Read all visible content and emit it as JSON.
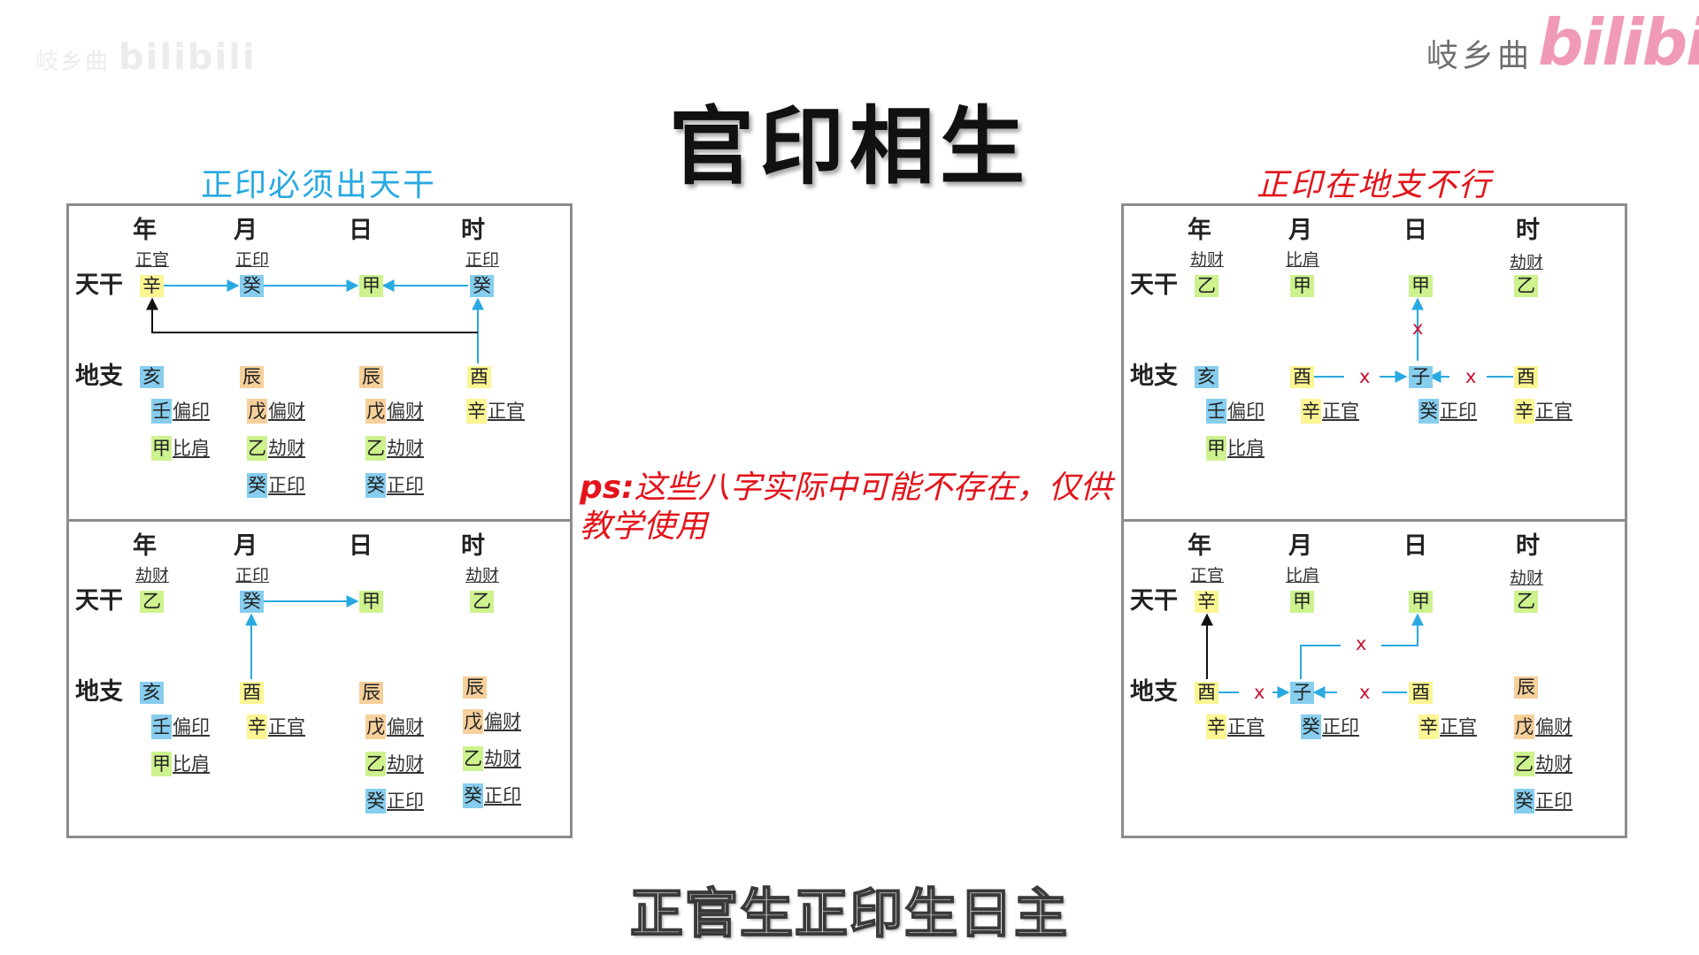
{
  "watermark_left": {
    "name": "岐乡曲",
    "logo": "bilibili"
  },
  "watermark_right": {
    "name": "岐乡曲",
    "logo": "bilibili"
  },
  "title": "官印相生",
  "subtitle_left": "正印必须出天干",
  "subtitle_right": "正印在地支不行",
  "note": {
    "prefix": "ps:",
    "text": "这些八字实际中可能不存在，仅供教学使用"
  },
  "caption": "正官生正印生日主",
  "headers": {
    "year": "年",
    "month": "月",
    "day": "日",
    "hour": "时",
    "stems": "天干",
    "branches": "地支"
  },
  "cross": "x",
  "panels": [
    {
      "stems": [
        {
          "label": "正官",
          "char": "辛"
        },
        {
          "label": "正印",
          "char": "癸"
        },
        {
          "label": "",
          "char": "甲"
        },
        {
          "label": "正印",
          "char": "癸"
        }
      ],
      "branches": [
        {
          "char": "亥",
          "hidden": [
            {
              "char": "壬",
              "text": "偏印"
            },
            {
              "char": "甲",
              "text": "比肩"
            }
          ]
        },
        {
          "char": "辰",
          "hidden": [
            {
              "char": "戊",
              "text": "偏财"
            },
            {
              "char": "乙",
              "text": "劫财"
            },
            {
              "char": "癸",
              "text": "正印"
            }
          ]
        },
        {
          "char": "辰",
          "hidden": [
            {
              "char": "戊",
              "text": "偏财"
            },
            {
              "char": "乙",
              "text": "劫财"
            },
            {
              "char": "癸",
              "text": "正印"
            }
          ]
        },
        {
          "char": "酉",
          "hidden": [
            {
              "char": "辛",
              "text": "正官"
            }
          ]
        }
      ]
    },
    {
      "stems": [
        {
          "label": "劫财",
          "char": "乙"
        },
        {
          "label": "正印",
          "char": "癸"
        },
        {
          "label": "",
          "char": "甲"
        },
        {
          "label": "劫财",
          "char": "乙"
        }
      ],
      "branches": [
        {
          "char": "亥",
          "hidden": [
            {
              "char": "壬",
              "text": "偏印"
            },
            {
              "char": "甲",
              "text": "比肩"
            }
          ]
        },
        {
          "char": "酉",
          "hidden": [
            {
              "char": "辛",
              "text": "正官"
            }
          ]
        },
        {
          "char": "辰",
          "hidden": [
            {
              "char": "戊",
              "text": "偏财"
            },
            {
              "char": "乙",
              "text": "劫财"
            },
            {
              "char": "癸",
              "text": "正印"
            }
          ]
        },
        {
          "char": "辰",
          "hidden": [
            {
              "char": "戊",
              "text": "偏财"
            },
            {
              "char": "乙",
              "text": "劫财"
            },
            {
              "char": "癸",
              "text": "正印"
            }
          ]
        }
      ]
    },
    {
      "stems": [
        {
          "label": "劫财",
          "char": "乙"
        },
        {
          "label": "比肩",
          "char": "甲"
        },
        {
          "label": "",
          "char": "甲"
        },
        {
          "label": "劫财",
          "char": "乙"
        }
      ],
      "branches": [
        {
          "char": "亥",
          "hidden": [
            {
              "char": "壬",
              "text": "偏印"
            },
            {
              "char": "甲",
              "text": "比肩"
            }
          ]
        },
        {
          "char": "酉",
          "hidden": [
            {
              "char": "辛",
              "text": "正官"
            }
          ]
        },
        {
          "char": "子",
          "hidden": [
            {
              "char": "癸",
              "text": "正印"
            }
          ]
        },
        {
          "char": "酉",
          "hidden": [
            {
              "char": "辛",
              "text": "正官"
            }
          ]
        }
      ]
    },
    {
      "stems": [
        {
          "label": "正官",
          "char": "辛"
        },
        {
          "label": "比肩",
          "char": "甲"
        },
        {
          "label": "",
          "char": "甲"
        },
        {
          "label": "劫财",
          "char": "乙"
        }
      ],
      "branches": [
        {
          "char": "酉",
          "hidden": [
            {
              "char": "辛",
              "text": "正官"
            }
          ]
        },
        {
          "char": "子",
          "hidden": [
            {
              "char": "癸",
              "text": "正印"
            }
          ]
        },
        {
          "char": "酉",
          "hidden": [
            {
              "char": "辛",
              "text": "正官"
            }
          ]
        },
        {
          "char": "辰",
          "hidden": [
            {
              "char": "戊",
              "text": "偏财"
            },
            {
              "char": "乙",
              "text": "劫财"
            },
            {
              "char": "癸",
              "text": "正印"
            }
          ]
        }
      ]
    }
  ],
  "colors": {
    "stem_branch_wood": "#cdf28e",
    "metal": "#fbf593",
    "water": "#86cdee",
    "earth": "#f6d09b",
    "arrow_blue": "#29a9e1",
    "arrow_black": "#111111",
    "cross_red": "#c8102e",
    "subtitle_blue": "#29a9e1",
    "subtitle_red": "#e3141b"
  },
  "icons": [
    "arrow-right-icon",
    "arrow-left-icon",
    "arrow-up-icon"
  ]
}
